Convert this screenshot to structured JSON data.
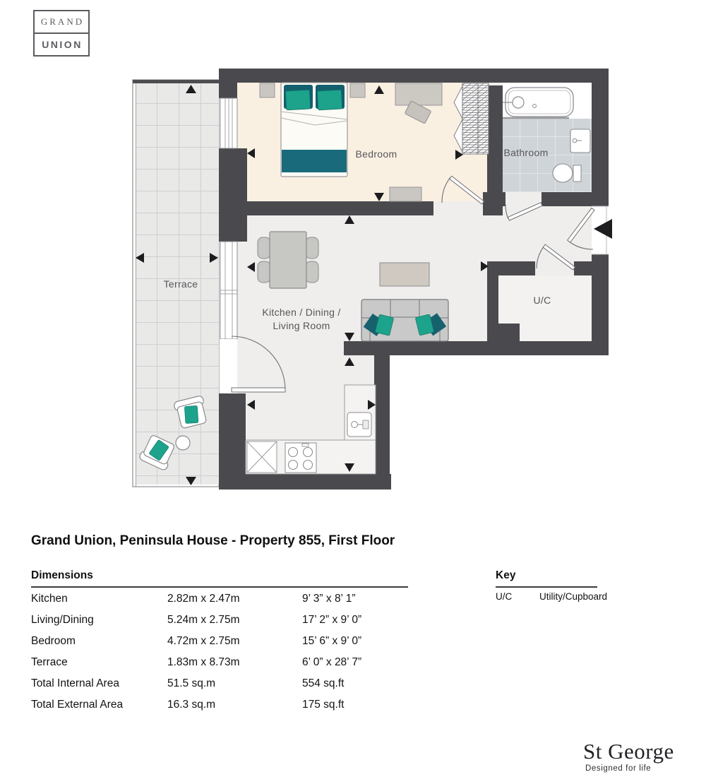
{
  "logo": {
    "line1": "GRAND",
    "line2": "UNION"
  },
  "plan": {
    "labels": {
      "bedroom": "Bedroom",
      "bathroom": "Bathroom",
      "terrace": "Terrace",
      "kitchen_dining_1": "Kitchen / Dining /",
      "kitchen_dining_2": "Living Room",
      "uc": "U/C"
    },
    "colors": {
      "wall": "#4a4a4e",
      "bedroom_floor": "#faf0e2",
      "living_floor": "#efeeec",
      "bathroom_tile": "#cfd4d8",
      "terrace_tile": "#e9e9e8",
      "accent_teal": "#1da28c",
      "accent_dark_teal": "#17616f",
      "bed_throw": "#196b7c"
    }
  },
  "title": "Grand Union, Peninsula House - Property 855, First Floor",
  "dimensions": {
    "header": "Dimensions",
    "rows": [
      {
        "label": "Kitchen",
        "metric": "2.82m x 2.47m",
        "imperial": "9’ 3” x 8’ 1”"
      },
      {
        "label": "Living/Dining",
        "metric": "5.24m x 2.75m",
        "imperial": "17’ 2” x 9’ 0”"
      },
      {
        "label": "Bedroom",
        "metric": "4.72m x 2.75m",
        "imperial": "15’ 6” x 9’ 0”"
      },
      {
        "label": "Terrace",
        "metric": "1.83m x 8.73m",
        "imperial": "6’ 0” x 28’ 7”"
      },
      {
        "label": "Total Internal Area",
        "metric": "51.5 sq.m",
        "imperial": "554 sq.ft"
      },
      {
        "label": "Total External Area",
        "metric": "16.3 sq.m",
        "imperial": "175 sq.ft"
      }
    ]
  },
  "key": {
    "header": "Key",
    "items": [
      {
        "abbr": "U/C",
        "desc": "Utility/Cupboard"
      }
    ]
  },
  "brand": {
    "name": "St George",
    "tagline": "Designed for life"
  }
}
